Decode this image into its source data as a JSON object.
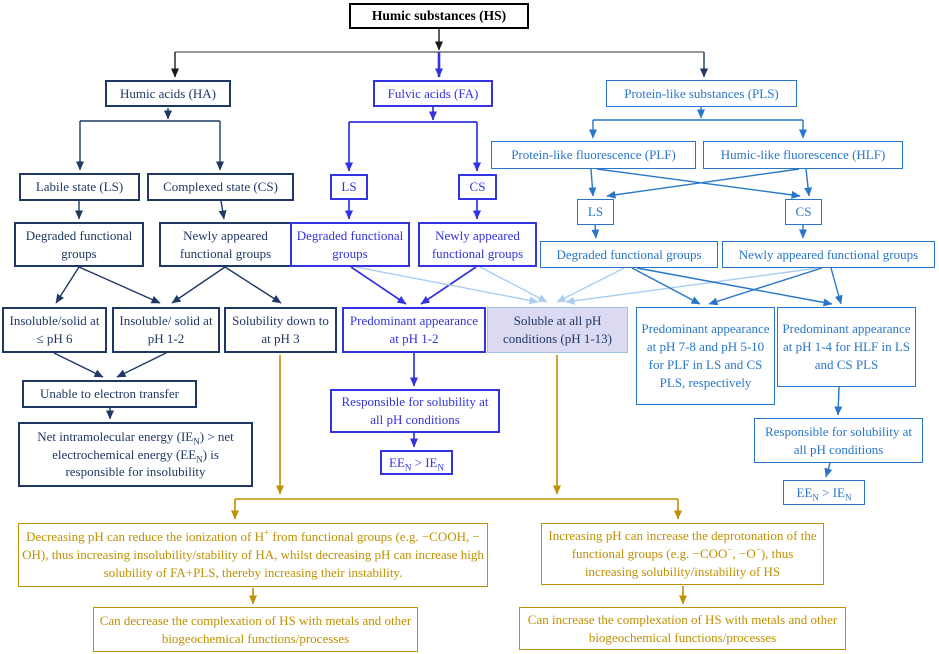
{
  "title": "Humic substances (HS) pH-dependent solubility flowchart",
  "colors": {
    "black": "#000000",
    "gray_line": "#595959",
    "navy_ha_branch": "#1F3864",
    "blue_fa_branch": "#3333E0",
    "lightblue_pls_branch": "#2776C9",
    "pale_arrow": "#A9CDEE",
    "lavender_fill": "#DCDAF2",
    "pale_border": "#9CC2E5",
    "gold": "#BF9000"
  },
  "nodes": {
    "hs": {
      "label": "Humic substances (HS)"
    },
    "ha": {
      "label": "Humic acids (HA)"
    },
    "fa": {
      "label": "Fulvic acids (FA)"
    },
    "pls": {
      "label": "Protein-like substances (PLS)"
    },
    "plf": {
      "label": "Protein-like fluorescence (PLF)"
    },
    "hlf": {
      "label": "Humic-like fluorescence (HLF)"
    },
    "ls_ha": {
      "label": "Labile state (LS)"
    },
    "cs_ha": {
      "label": "Complexed state (CS)"
    },
    "ls_fa": {
      "label": "LS"
    },
    "cs_fa": {
      "label": "CS"
    },
    "ls_pls": {
      "label": "LS"
    },
    "cs_pls": {
      "label": "CS"
    },
    "deg_ha": {
      "label": "Degraded functional groups"
    },
    "new_ha": {
      "label": "Newly appeared functional groups"
    },
    "deg_fa": {
      "label": "Degraded functional groups"
    },
    "new_fa": {
      "label": "Newly appeared functional groups"
    },
    "deg_pls": {
      "label": "Degraded functional groups"
    },
    "new_pls": {
      "label": "Newly appeared functional groups"
    },
    "insol6": {
      "label": "Insoluble/solid at ≤ pH 6"
    },
    "insol12": {
      "label": "Insoluble/ solid at pH 1-2"
    },
    "solub3": {
      "label": "Solubility down to at pH 3"
    },
    "predom12": {
      "label": "Predominant appearance at pH 1-2"
    },
    "soluble": {
      "label": "Soluble at all pH conditions (pH 1-13)"
    },
    "predom78": {
      "label": "Predominant appearance at pH 7-8 and pH 5-10 for PLF in LS and CS PLS, respectively"
    },
    "predom14": {
      "label": "Predominant appearance at pH 1-4 for HLF in LS and CS PLS"
    },
    "unable": {
      "label": "Unable to electron transfer"
    },
    "netie": {
      "label": "Net intramolecular energy (IE~N~) > net electrochemical energy (EE~N~) is responsible for insolubility"
    },
    "resp_fa": {
      "label": "Responsible for solubility at all pH conditions"
    },
    "een_fa": {
      "label": "EE~N~ > IE~N~"
    },
    "resp_pls": {
      "label": "Responsible for solubility at all pH conditions"
    },
    "een_pls": {
      "label": "EE~N~ > IE~N~"
    },
    "gold_left": {
      "label": "Decreasing pH can reduce the ionization of H^+^ from functional groups (e.g. −COOH, − OH), thus increasing insolubility/stability of HA, whilst decreasing pH can increase high solubility of FA+PLS, thereby increasing their instability."
    },
    "gold_left_out": {
      "label": "Can decrease the complexation of HS with metals and other biogeochemical functions/processes"
    },
    "gold_right": {
      "label": "Increasing pH can increase the deprotonation of the functional groups (e.g. −COO^−^, −O^−^), thus increasing solubility/instability of HS"
    },
    "gold_right_out": {
      "label": "Can increase the complexation of HS with metals and other biogeochemical functions/processes"
    }
  }
}
